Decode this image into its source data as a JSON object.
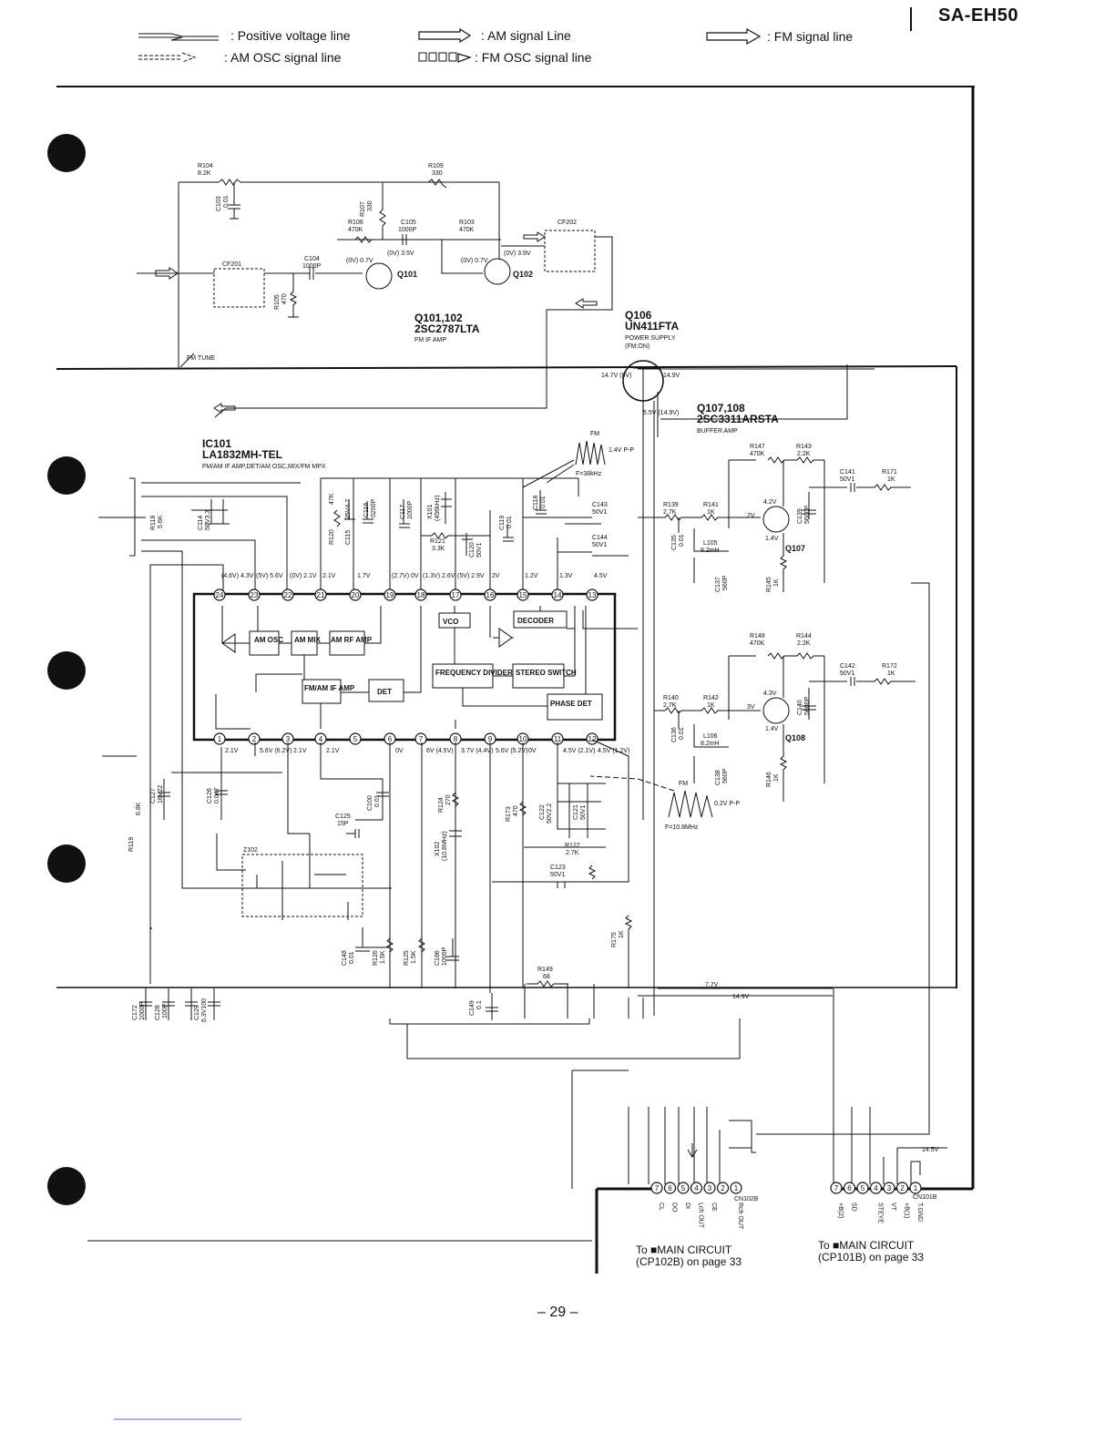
{
  "page": {
    "model": "SA-EH50",
    "page_number": "– 29 –"
  },
  "legend": [
    {
      "id": "pos",
      "label": ": Positive voltage line"
    },
    {
      "id": "am_osc",
      "label": ": AM OSC signal line"
    },
    {
      "id": "am_sig",
      "label": ": AM signal Line"
    },
    {
      "id": "fm_osc",
      "label": ": FM OSC signal line"
    },
    {
      "id": "fm_sig",
      "label": ": FM signal line"
    }
  ],
  "ic101": {
    "ref": "IC101",
    "part": "LA1832MH-TEL",
    "desc": "FM/AM IF AMP,DET/AM OSC,MIX/FM MPX",
    "blocks": {
      "am_osc": "AM OSC",
      "am_mix": "AM MIX",
      "am_rf": "AM RF AMP",
      "fm_if": "FM/AM IF AMP",
      "det": "DET",
      "vco": "VCO",
      "decoder": "DECODER",
      "freq_div": "FREQUENCY DIVIDER",
      "stereo": "STEREO SWITCH",
      "phase": "PHASE DET"
    },
    "pins_top": [
      "24",
      "23",
      "22",
      "21",
      "20",
      "19",
      "18",
      "17",
      "16",
      "15",
      "14",
      "13"
    ],
    "pins_bottom": [
      "1",
      "2",
      "3",
      "4",
      "5",
      "6",
      "7",
      "8",
      "9",
      "10",
      "11",
      "12"
    ],
    "volts_top": [
      "(4.6V) 4.3V",
      "(5V) 5.6V",
      "(0V) 2.1V",
      "2.1V",
      "1.7V",
      "(2.7V) 0V",
      "(1.3V) 2.6V",
      "(5V) 2.9V",
      "2V",
      "1.2V",
      "1.3V",
      "4.5V"
    ],
    "volts_bottom": [
      "2.1V",
      "5.6V (6.2V)",
      "2.1V",
      "2.1V",
      "",
      "0V",
      "6V (4.5V)",
      "3.7V (4.4V)",
      "5.6V (5.2V)",
      "0V",
      "4.5V (2.1V)",
      "4.5V (1.2V)"
    ]
  },
  "transistors": {
    "q101": "Q101",
    "q102": "Q102",
    "q101_102_part": "Q101,102",
    "q101_102_type": "2SC2787LTA",
    "q101_102_desc": "FM IF AMP",
    "q106": "Q106",
    "q106_type": "UN411FTA",
    "q106_desc1": "POWER SUPPLY",
    "q106_desc2": "(FM:ON)",
    "q107_108": "Q107,108",
    "q107_108_type": "2SC3311ARSTA",
    "q107_108_desc": "BUFFER AMP",
    "q107": "Q107",
    "q108": "Q108"
  },
  "components": {
    "r104": "R104",
    "r104v": "8.2K",
    "r109": "R109",
    "r109v": "330",
    "r107": "R107",
    "r107v": "330",
    "r106": "R106",
    "r106v": "470K",
    "c105": "C105",
    "c105v": "1000P",
    "r103": "R103",
    "r103v": "470K",
    "c103": "C103",
    "c103v": "0.01",
    "cf201": "CF201",
    "cf202": "CF202",
    "c104": "C104",
    "c104v": "1000P",
    "r105": "R105",
    "r105v": "470",
    "r118": "R118",
    "r118v": "5.6K",
    "c114": "C114",
    "c114v": "50V3.3",
    "r120": "R120",
    "r120v": "47K",
    "c115": "C115",
    "c115v": "25V4.7",
    "c116": "C116",
    "c116v": "0200P",
    "c117": "C117",
    "c117v": "1000P",
    "x101": "X101",
    "x101v": "(456kHz)",
    "r121": "R121",
    "r121v": "3.3K",
    "c120": "C120",
    "c120v": "50V1",
    "c119": "C119",
    "c119v": "0.01",
    "c118": "C118",
    "c118v": "0.01",
    "c143": "C143",
    "c143v": "50V1",
    "c144": "C144",
    "c144v": "50V1",
    "r139": "R139",
    "r139v": "2.7K",
    "r141": "R141",
    "r141v": "1K",
    "c135": "C135",
    "c135v": "0.01",
    "l105": "L105",
    "l105v": "8.2mH",
    "c137": "C137",
    "c137v": "560P",
    "r145": "R145",
    "r145v": "1K",
    "r147": "R147",
    "r147v": "470K",
    "r143": "R143",
    "r143v": "2.2K",
    "c139": "C139",
    "c139v": "5600P",
    "c141": "C141",
    "c141v": "50V1",
    "r171": "R171",
    "r171v": "1K",
    "r148": "R148",
    "r148v": "470K",
    "r144": "R144",
    "r144v": "2.2K",
    "c140": "C140",
    "c140v": "5600P",
    "c142": "C142",
    "c142v": "50V1",
    "r172": "R172",
    "r172v": "1K",
    "r140": "R140",
    "r140v": "2.7K",
    "r142": "R142",
    "r142v": "1K",
    "c136": "C136",
    "c136v": "0.01",
    "l106": "L106",
    "l106v": "8.2mH",
    "c138": "C138",
    "c138v": "560P",
    "r146": "R146",
    "r146v": "1K",
    "c127": "C127",
    "c127v": "16V22",
    "c126": "C126",
    "c126v": "0.047",
    "r119": "R119",
    "r119v": "6.8K",
    "c125": "C125",
    "c125v": "15P",
    "c100": "C100",
    "c100v": "0.01",
    "z102": "Z102",
    "r124": "R124",
    "r124v": "270",
    "x102": "X102",
    "x102v": "(10.8MHz)",
    "r173": "R173",
    "r173v": "470",
    "c122": "C122",
    "c122v": "50V2.2",
    "c121": "C121",
    "c121v": "50V1",
    "r122": "R122",
    "r122v": "2.7K",
    "c123": "C123",
    "c123v": "50V1",
    "r175": "R175",
    "r175v": "1K",
    "c148": "C148",
    "c148v": "0.01",
    "r126": "R126",
    "r126v": "1.5K",
    "r125": "R125",
    "r125v": "1.5K",
    "c186": "C186",
    "c186v": "1000P",
    "c149": "C149",
    "c149v": "0.1",
    "r149": "R149",
    "r149v": "68",
    "c172": "C172",
    "c172v": "1000P",
    "c128": "C128",
    "c128v": "100P",
    "c129": "C129",
    "c129v": "6.3V100"
  },
  "volts": {
    "q101_b": "(0V) 0.7V",
    "q101_c": "(0V) 3.5V",
    "q102_b": "(0V) 0.7V",
    "q102_c": "(0V) 3.9V",
    "q106_l": "14.7V (0V)",
    "q106_r": "14.9V",
    "q106_o": "5.5V (14.9V)",
    "q107_c": "4.2V",
    "q107_b": "2V",
    "q107_e": "1.4V",
    "q108_c": "4.3V",
    "q108_b": "3V",
    "q108_e": "1.4V",
    "bus1": "7.7V",
    "bus2": "14.9V",
    "cn101b": "14.5V"
  },
  "waveforms": {
    "fm_top": "FM",
    "fm_top_pp": "1.4V P-P",
    "fm_top_f": "F=38kHz",
    "fm_bot": "FM",
    "fm_bot_pp": "0.2V P-P",
    "fm_bot_f": "F=10.8MHz"
  },
  "misc": {
    "fm_tune": "FM TUNE",
    "cn102b": "CN102B",
    "cn101b": "CN101B"
  },
  "connectors": {
    "cn102b_pins": [
      "7",
      "6",
      "5",
      "4",
      "3",
      "2",
      "1"
    ],
    "cn102b_names": [
      "CL",
      "DO",
      "DI",
      "Lch OUT",
      "CE",
      "",
      "Rch OUT"
    ],
    "cn101b_pins": [
      "7",
      "6",
      "5",
      "4",
      "3",
      "2",
      "1"
    ],
    "cn101b_names": [
      "+B(2)",
      "SD",
      "",
      "STEYE",
      "VT",
      "+B(1)",
      "T.GND"
    ]
  },
  "destinations": {
    "left_line1": "To ■MAIN CIRCUIT",
    "left_line2": "(CP102B) on page 33",
    "right_line1": "To ■MAIN CIRCUIT",
    "right_line2": "(CP101B) on page 33"
  }
}
